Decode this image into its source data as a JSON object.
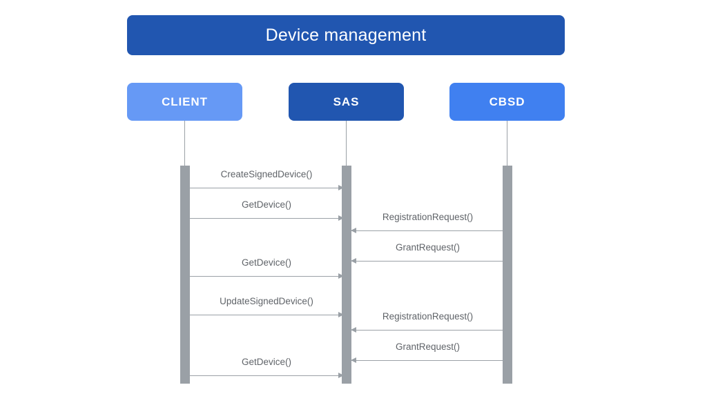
{
  "diagram": {
    "title": "Device management",
    "type": "sequence-diagram",
    "colors": {
      "title_bar": "#2156B0",
      "client_box": "#6699F5",
      "sas_box": "#2156B0",
      "cbsd_box": "#4080F0",
      "lifeline": "#9AA0A6",
      "activation": "#9AA0A6",
      "arrow": "#9AA0A6",
      "label_text": "#5F6368",
      "background": "#FFFFFF"
    },
    "participants": [
      {
        "id": "client",
        "label": "CLIENT"
      },
      {
        "id": "sas",
        "label": "SAS"
      },
      {
        "id": "cbsd",
        "label": "CBSD"
      }
    ],
    "messages": [
      {
        "label": "CreateSignedDevice()",
        "from": "client",
        "to": "sas",
        "direction": "right"
      },
      {
        "label": "GetDevice()",
        "from": "client",
        "to": "sas",
        "direction": "right"
      },
      {
        "label": "RegistrationRequest()",
        "from": "cbsd",
        "to": "sas",
        "direction": "left"
      },
      {
        "label": "GrantRequest()",
        "from": "cbsd",
        "to": "sas",
        "direction": "left"
      },
      {
        "label": "GetDevice()",
        "from": "client",
        "to": "sas",
        "direction": "right"
      },
      {
        "label": "UpdateSignedDevice()",
        "from": "client",
        "to": "sas",
        "direction": "right"
      },
      {
        "label": "RegistrationRequest()",
        "from": "cbsd",
        "to": "sas",
        "direction": "left"
      },
      {
        "label": "GrantRequest()",
        "from": "cbsd",
        "to": "sas",
        "direction": "left"
      },
      {
        "label": "GetDevice()",
        "from": "client",
        "to": "sas",
        "direction": "right"
      }
    ]
  }
}
